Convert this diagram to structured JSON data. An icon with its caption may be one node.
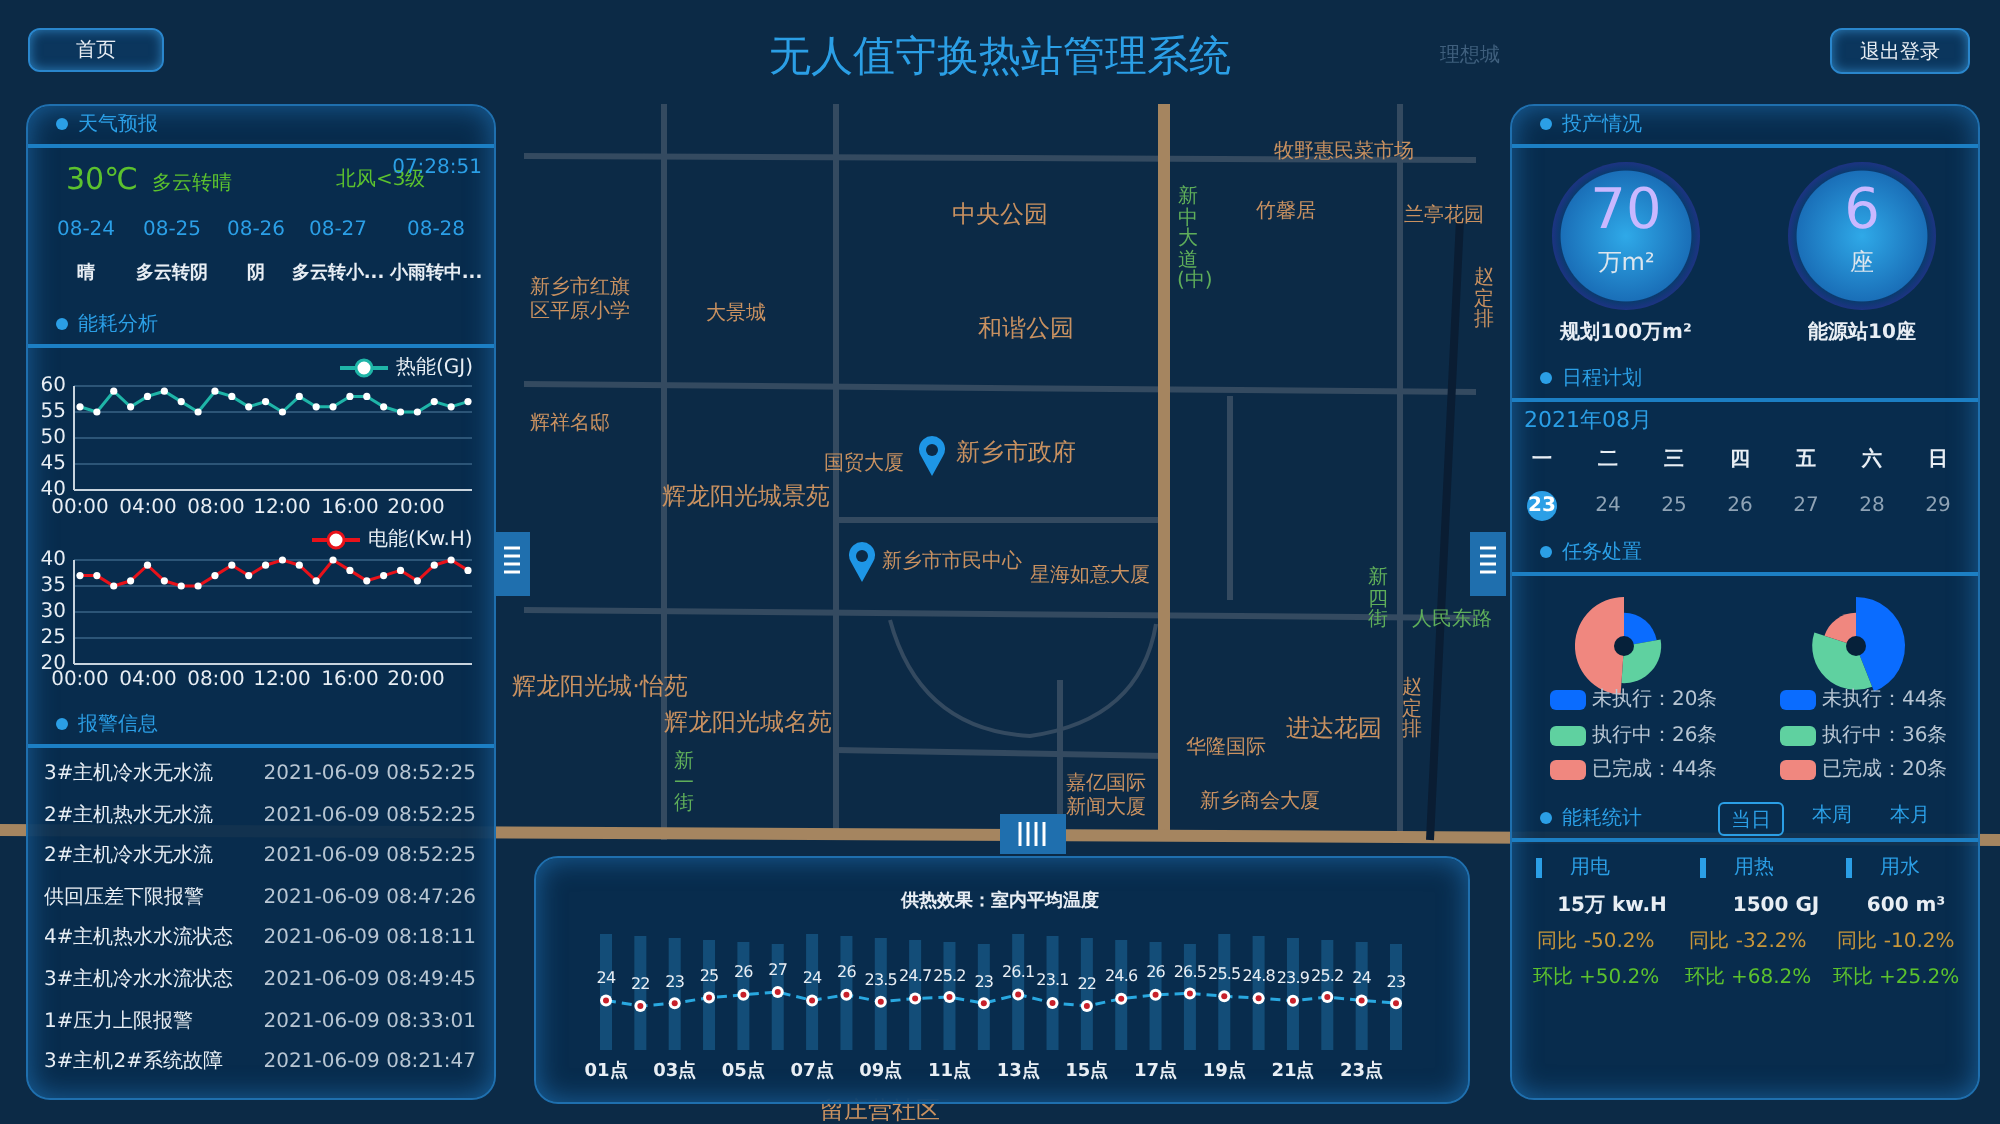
{
  "diagram": {
    "title": "无人值守换热站管理系统",
    "nodes": [
      {
        "text": [
          "首页"
        ]
      },
      {
        "text": [
          "退出登录"
        ]
      },
      {
        "text": [
          "天气预报",
          "能耗分析",
          "报警信息"
        ]
      },
      {
        "text": [
          "投产情况",
          "日程计划",
          "任务处置",
          "能耗统计"
        ]
      },
      {
        "text": [
          "70",
          "万m²"
        ],
        "beside": [
          "规划100万m²"
        ],
        "in": 3
      },
      {
        "text": [
          "6",
          "座"
        ],
        "beside": [
          "能源站10座"
        ],
        "in": 3
      },
      {
        "text": [
          "当日"
        ],
        "in": 3
      },
      {
        "text": [],
        "shape": "box"
      }
    ],
    "labels": [
      "30℃",
      "多云转晴",
      "北风<3级",
      "07:28:51",
      "08-24",
      "08-25",
      "08-26",
      "08-27",
      "08-28",
      "晴",
      "多云转阴",
      "阴",
      "多云转小...",
      "小雨转中...",
      "热能(GJ)",
      "60",
      "55",
      "50",
      "45",
      "40",
      "00:00",
      "04:00",
      "08:00",
      "12:00",
      "16:00",
      "20:00",
      "电能(Kw.H)",
      "40",
      "35",
      "30",
      "25",
      "20",
      "00:00",
      "04:00",
      "08:00",
      "12:00",
      "16:00",
      "20:00",
      "3#主机冷水无水流",
      "2021-06-09 08:52:25",
      "2#主机热水无水流",
      "2021-06-09 08:52:25",
      "2#主机冷水无水流",
      "2021-06-09 08:52:25",
      "供回压差下限报警",
      "2021-06-09 08:47:26",
      "4#主机热水水流状态",
      "2021-06-09 08:18:11",
      "3#主机冷水水流状态",
      "2021-06-09 08:49:45",
      "1#压力上限报警",
      "2021-06-09 08:33:01",
      "3#主机2#系统故障",
      "2021-06-09 08:21:47",
      "2021年08月",
      "一",
      "二",
      "三",
      "四",
      "五",
      "六",
      "日",
      "23",
      "24",
      "25",
      "26",
      "27",
      "28",
      "29",
      "本周",
      "本月",
      "用电",
      "用热",
      "用水",
      "15万 kw.H",
      "1500 GJ",
      "600 m³",
      "同比 -50.2%",
      "同比 -32.2%",
      "同比 -10.2%",
      "环比 +50.2%",
      "环比 +68.2%",
      "环比 +25.2%",
      "理想城",
      "牧野惠民菜市场",
      "中央公园",
      "竹馨居",
      "兰亭花园",
      "新乡市红旗区平原小学",
      "大景城",
      "和谐公园",
      "辉祥名邸",
      "国贸大厦",
      "新乡市政府",
      "辉龙阳光城景苑",
      "新乡市市民中心",
      "星海如意大厦",
      "人民东路",
      "辉龙阳光城·怡苑",
      "辉龙阳光城名苑",
      "华隆国际",
      "进达花园",
      "嘉亿国际新闻大厦",
      "新乡商会大厦",
      "留庄营社区",
      "新中大道(中)",
      "赵定排",
      "赵定排",
      "新四街",
      "新一街"
    ],
    "legend": [
      {
        "text": "未执行：20条",
        "color": "#0a6cff"
      },
      {
        "text": "执行中：26条",
        "color": "#5fd1a0"
      },
      {
        "text": "已完成：44条",
        "color": "#f0877f"
      },
      {
        "text": "未执行：44条",
        "color": "#0a6cff"
      },
      {
        "text": "执行中：36条",
        "color": "#5fd1a0"
      },
      {
        "text": "已完成：20条",
        "color": "#f0877f"
      }
    ],
    "chart_data": {
      "type": "line",
      "title": "供热效果：室内平均温度",
      "categories": [
        "01点",
        null,
        "03点",
        null,
        "05点",
        null,
        "07点",
        null,
        "09点",
        null,
        "11点",
        null,
        "13点",
        null,
        "15点",
        null,
        "17点",
        null,
        "19点",
        null,
        "21点",
        null,
        "23点",
        null
      ],
      "series": [
        {
          "color": "#29a8e0",
          "line_style": "dashed",
          "marker": "circle",
          "values": [
            24,
            22,
            23,
            25,
            26,
            27,
            24,
            26,
            23.5,
            24.7,
            25.2,
            23,
            26.1,
            23.1,
            22,
            24.6,
            26,
            26.5,
            25.5,
            24.8,
            23.9,
            25.2,
            24,
            23
          ]
        }
      ],
      "data_labels": true
    }
  }
}
